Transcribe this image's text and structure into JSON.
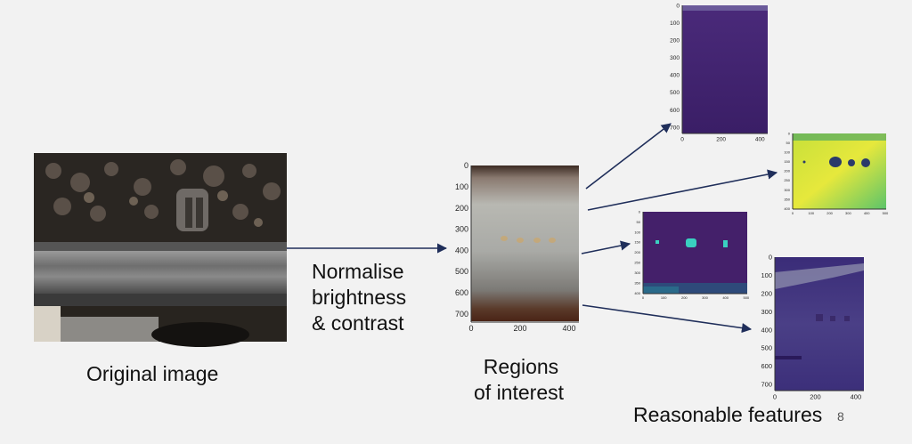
{
  "captions": {
    "original": "Original image",
    "normalise": [
      "Normalise",
      "brightness",
      "& contrast"
    ],
    "regions": [
      "Regions",
      "of interest"
    ],
    "features": "Reasonable features"
  },
  "page_number": "8",
  "roi_plot": {
    "y_ticks": [
      "0",
      "100",
      "200",
      "300",
      "400",
      "500",
      "600",
      "700"
    ],
    "x_ticks": [
      "0",
      "200",
      "400"
    ]
  },
  "feature_plots": {
    "top": {
      "y_ticks": [
        "0",
        "100",
        "200",
        "300",
        "400",
        "500",
        "600",
        "700"
      ],
      "x_ticks": [
        "0",
        "200",
        "400"
      ]
    },
    "yellow": {
      "y_ticks": [
        "0",
        "50",
        "100",
        "150",
        "200",
        "250",
        "300",
        "350",
        "400"
      ],
      "x_ticks": [
        "0",
        "100",
        "200",
        "300",
        "400",
        "500"
      ]
    },
    "middle": {
      "y_ticks": [
        "0",
        "50",
        "100",
        "150",
        "200",
        "250",
        "300",
        "350",
        "400"
      ],
      "x_ticks": [
        "0",
        "100",
        "200",
        "300",
        "400",
        "500"
      ]
    },
    "bottom": {
      "y_ticks": [
        "0",
        "100",
        "200",
        "300",
        "400",
        "500",
        "600",
        "700"
      ],
      "x_ticks": [
        "0",
        "200",
        "400"
      ]
    }
  },
  "colors": {
    "arrow": "#1f2e5a",
    "heatmap_purple": "#44206a",
    "heatmap_yellow": "#d6e23a"
  }
}
